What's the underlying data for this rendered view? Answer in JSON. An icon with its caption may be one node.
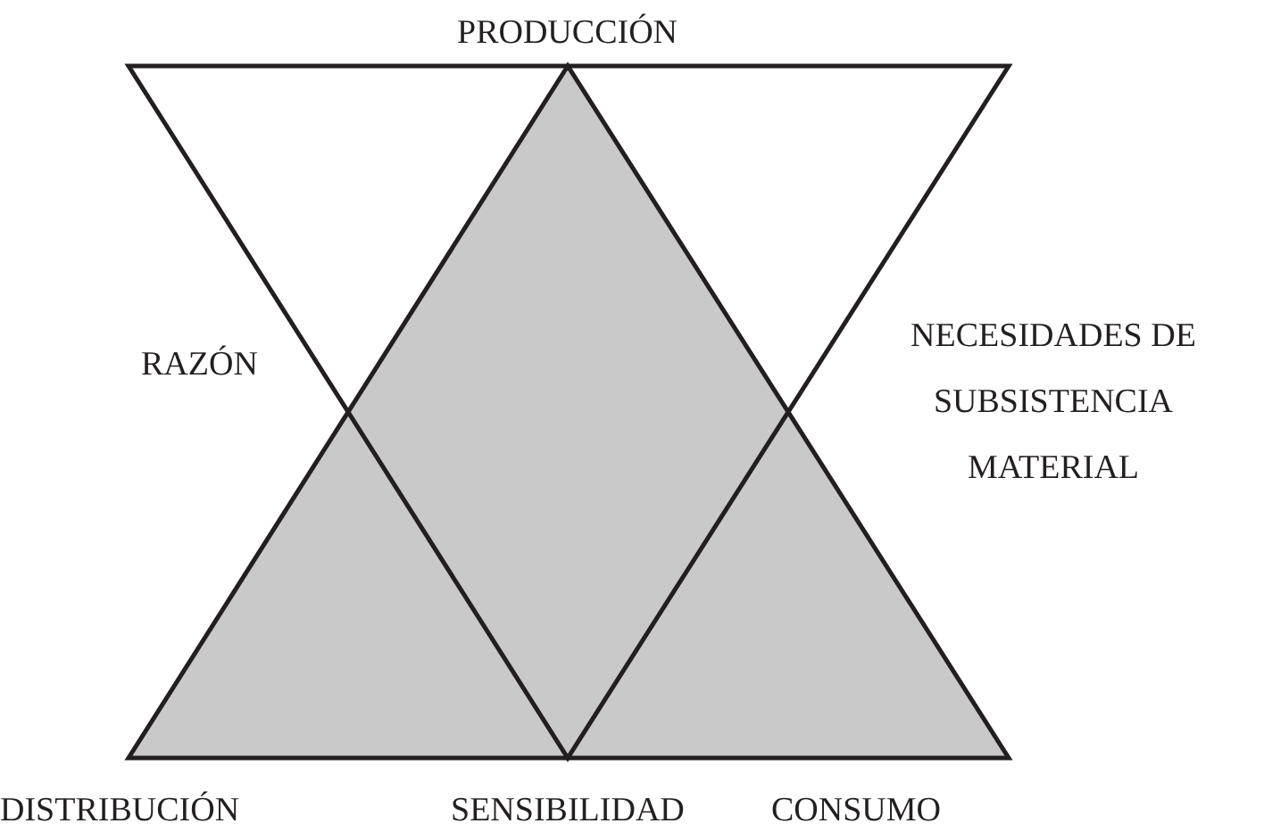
{
  "diagram": {
    "labels": [
      "PRODUCCIÓN",
      "RAZÓN",
      "NECESIDADES DE SUBSISTENCIA MATERIAL",
      "DISTRIBUCIÓN",
      "SENSIBILIDAD",
      "CONSUMO"
    ]
  }
}
